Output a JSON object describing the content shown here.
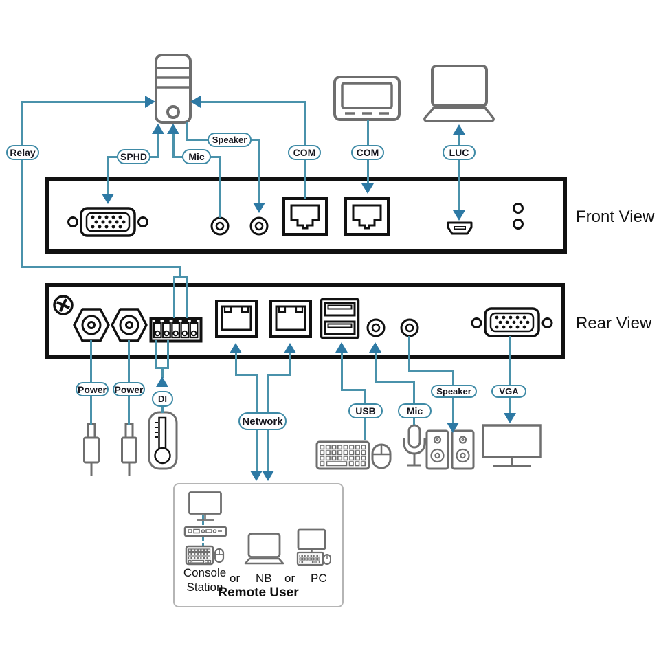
{
  "diagram": {
    "front_view_label": "Front View",
    "rear_view_label": "Rear View"
  },
  "pills": {
    "relay": "Relay",
    "sphd": "SPHD",
    "mic_top": "Mic",
    "speaker_top": "Speaker",
    "com_left": "COM",
    "com_right": "COM",
    "luc": "LUC",
    "power_1": "Power",
    "power_2": "Power",
    "di": "DI",
    "network": "Network",
    "usb": "USB",
    "mic_bottom": "Mic",
    "speaker_bottom": "Speaker",
    "vga": "VGA"
  },
  "remote_user_box": {
    "console_line1": "Console",
    "console_line2": "Station",
    "or_1": "or",
    "nb": "NB",
    "or_2": "or",
    "pc": "PC",
    "title": "Remote User"
  },
  "colors": {
    "line": "#4a92ab",
    "arrow": "#2d79a4",
    "pill_border": "#3e8aa6",
    "pill_text": "#16161e",
    "panel_border": "#111111",
    "device_icon_gray": "#6e6e6e",
    "connector_icon_black": "#111111",
    "remote_box_border": "#b5b5b5"
  }
}
